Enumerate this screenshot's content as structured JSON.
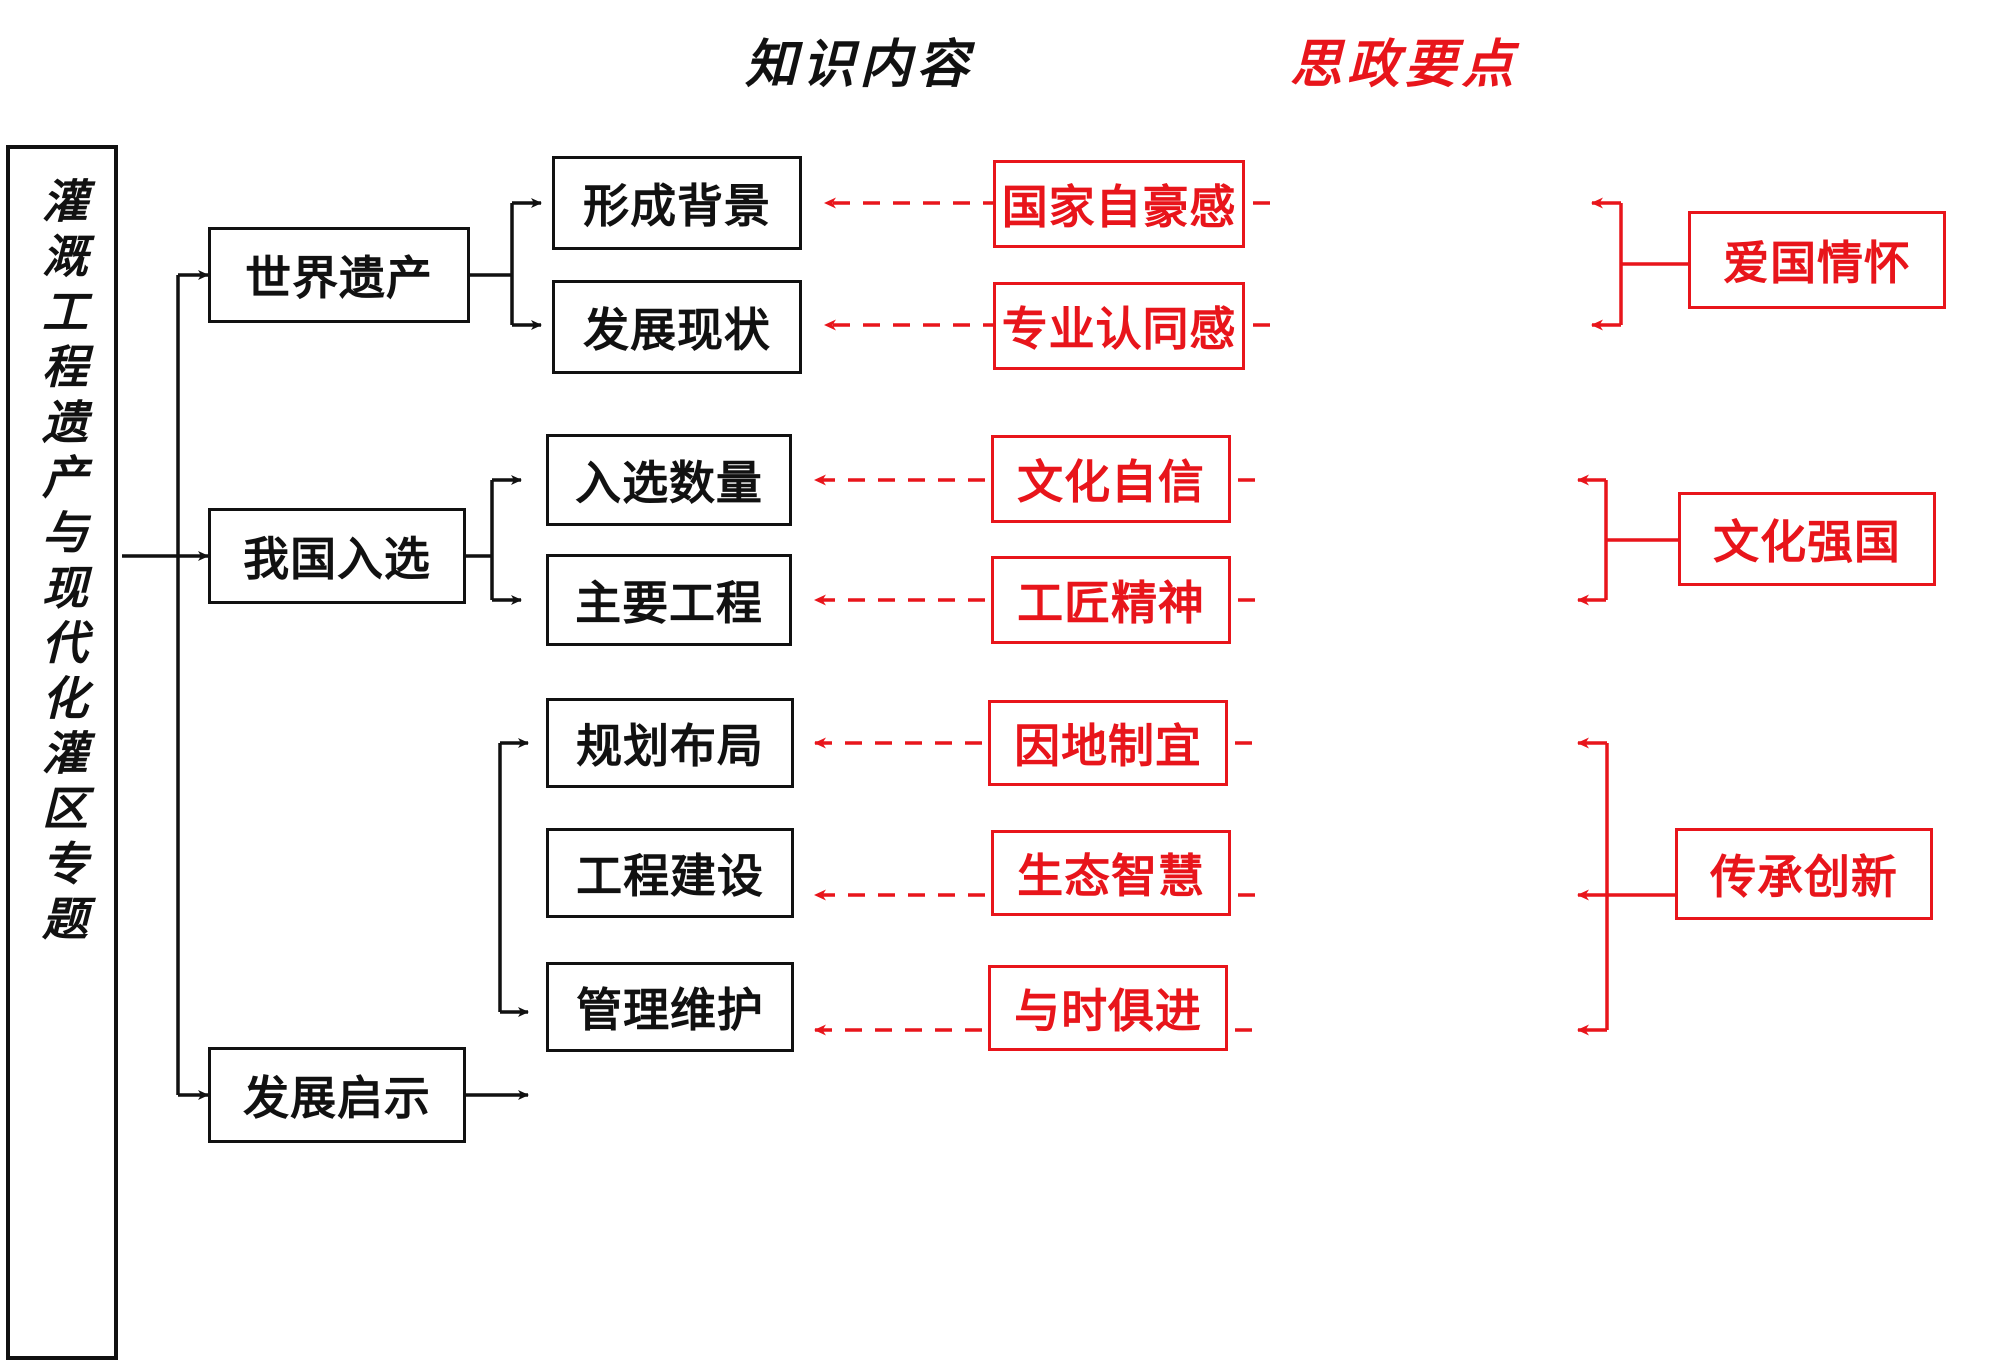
{
  "headers": {
    "knowledge": "知识内容",
    "ideology": "思政要点"
  },
  "root": {
    "title": "灌溉工程遗产与现代化灌区专题"
  },
  "colors": {
    "black": "#111111",
    "red": "#e8151b",
    "background": "#ffffff"
  },
  "branches": [
    {
      "label": "世界遗产",
      "topics": [
        "形成背景",
        "发展现状"
      ],
      "points": [
        "国家自豪感",
        "专业认同感"
      ],
      "theme": "爱国情怀"
    },
    {
      "label": "我国入选",
      "topics": [
        "入选数量",
        "主要工程"
      ],
      "points": [
        "文化自信",
        "工匠精神"
      ],
      "theme": "文化强国"
    },
    {
      "label": "发展启示",
      "topics": [
        "规划布局",
        "工程建设",
        "管理维护"
      ],
      "points": [
        "因地制宜",
        "生态智慧",
        "与时俱进"
      ],
      "theme": "传承创新"
    }
  ],
  "boxes": {
    "l1": [
      {
        "name": "branch-world-heritage",
        "text": "世界遗产"
      },
      {
        "name": "branch-china-selected",
        "text": "我国入选"
      },
      {
        "name": "branch-development-insight",
        "text": "发展启示"
      }
    ],
    "l2": [
      {
        "name": "topic-formation-background",
        "text": "形成背景"
      },
      {
        "name": "topic-development-status",
        "text": "发展现状"
      },
      {
        "name": "topic-selection-count",
        "text": "入选数量"
      },
      {
        "name": "topic-major-projects",
        "text": "主要工程"
      },
      {
        "name": "topic-planning-layout",
        "text": "规划布局"
      },
      {
        "name": "topic-engineering-construction",
        "text": "工程建设"
      },
      {
        "name": "topic-management-maintenance",
        "text": "管理维护"
      }
    ],
    "points": [
      {
        "name": "point-national-pride",
        "text": "国家自豪感"
      },
      {
        "name": "point-professional-identity",
        "text": "专业认同感"
      },
      {
        "name": "point-cultural-confidence",
        "text": "文化自信"
      },
      {
        "name": "point-craftsman-spirit",
        "text": "工匠精神"
      },
      {
        "name": "point-adapt-to-local-conditions",
        "text": "因地制宜"
      },
      {
        "name": "point-ecological-wisdom",
        "text": "生态智慧"
      },
      {
        "name": "point-keep-pace-with-times",
        "text": "与时俱进"
      }
    ],
    "themes": [
      {
        "name": "theme-patriotism",
        "text": "爱国情怀"
      },
      {
        "name": "theme-cultural-power",
        "text": "文化强国"
      },
      {
        "name": "theme-inherit-innovate",
        "text": "传承创新"
      }
    ]
  }
}
